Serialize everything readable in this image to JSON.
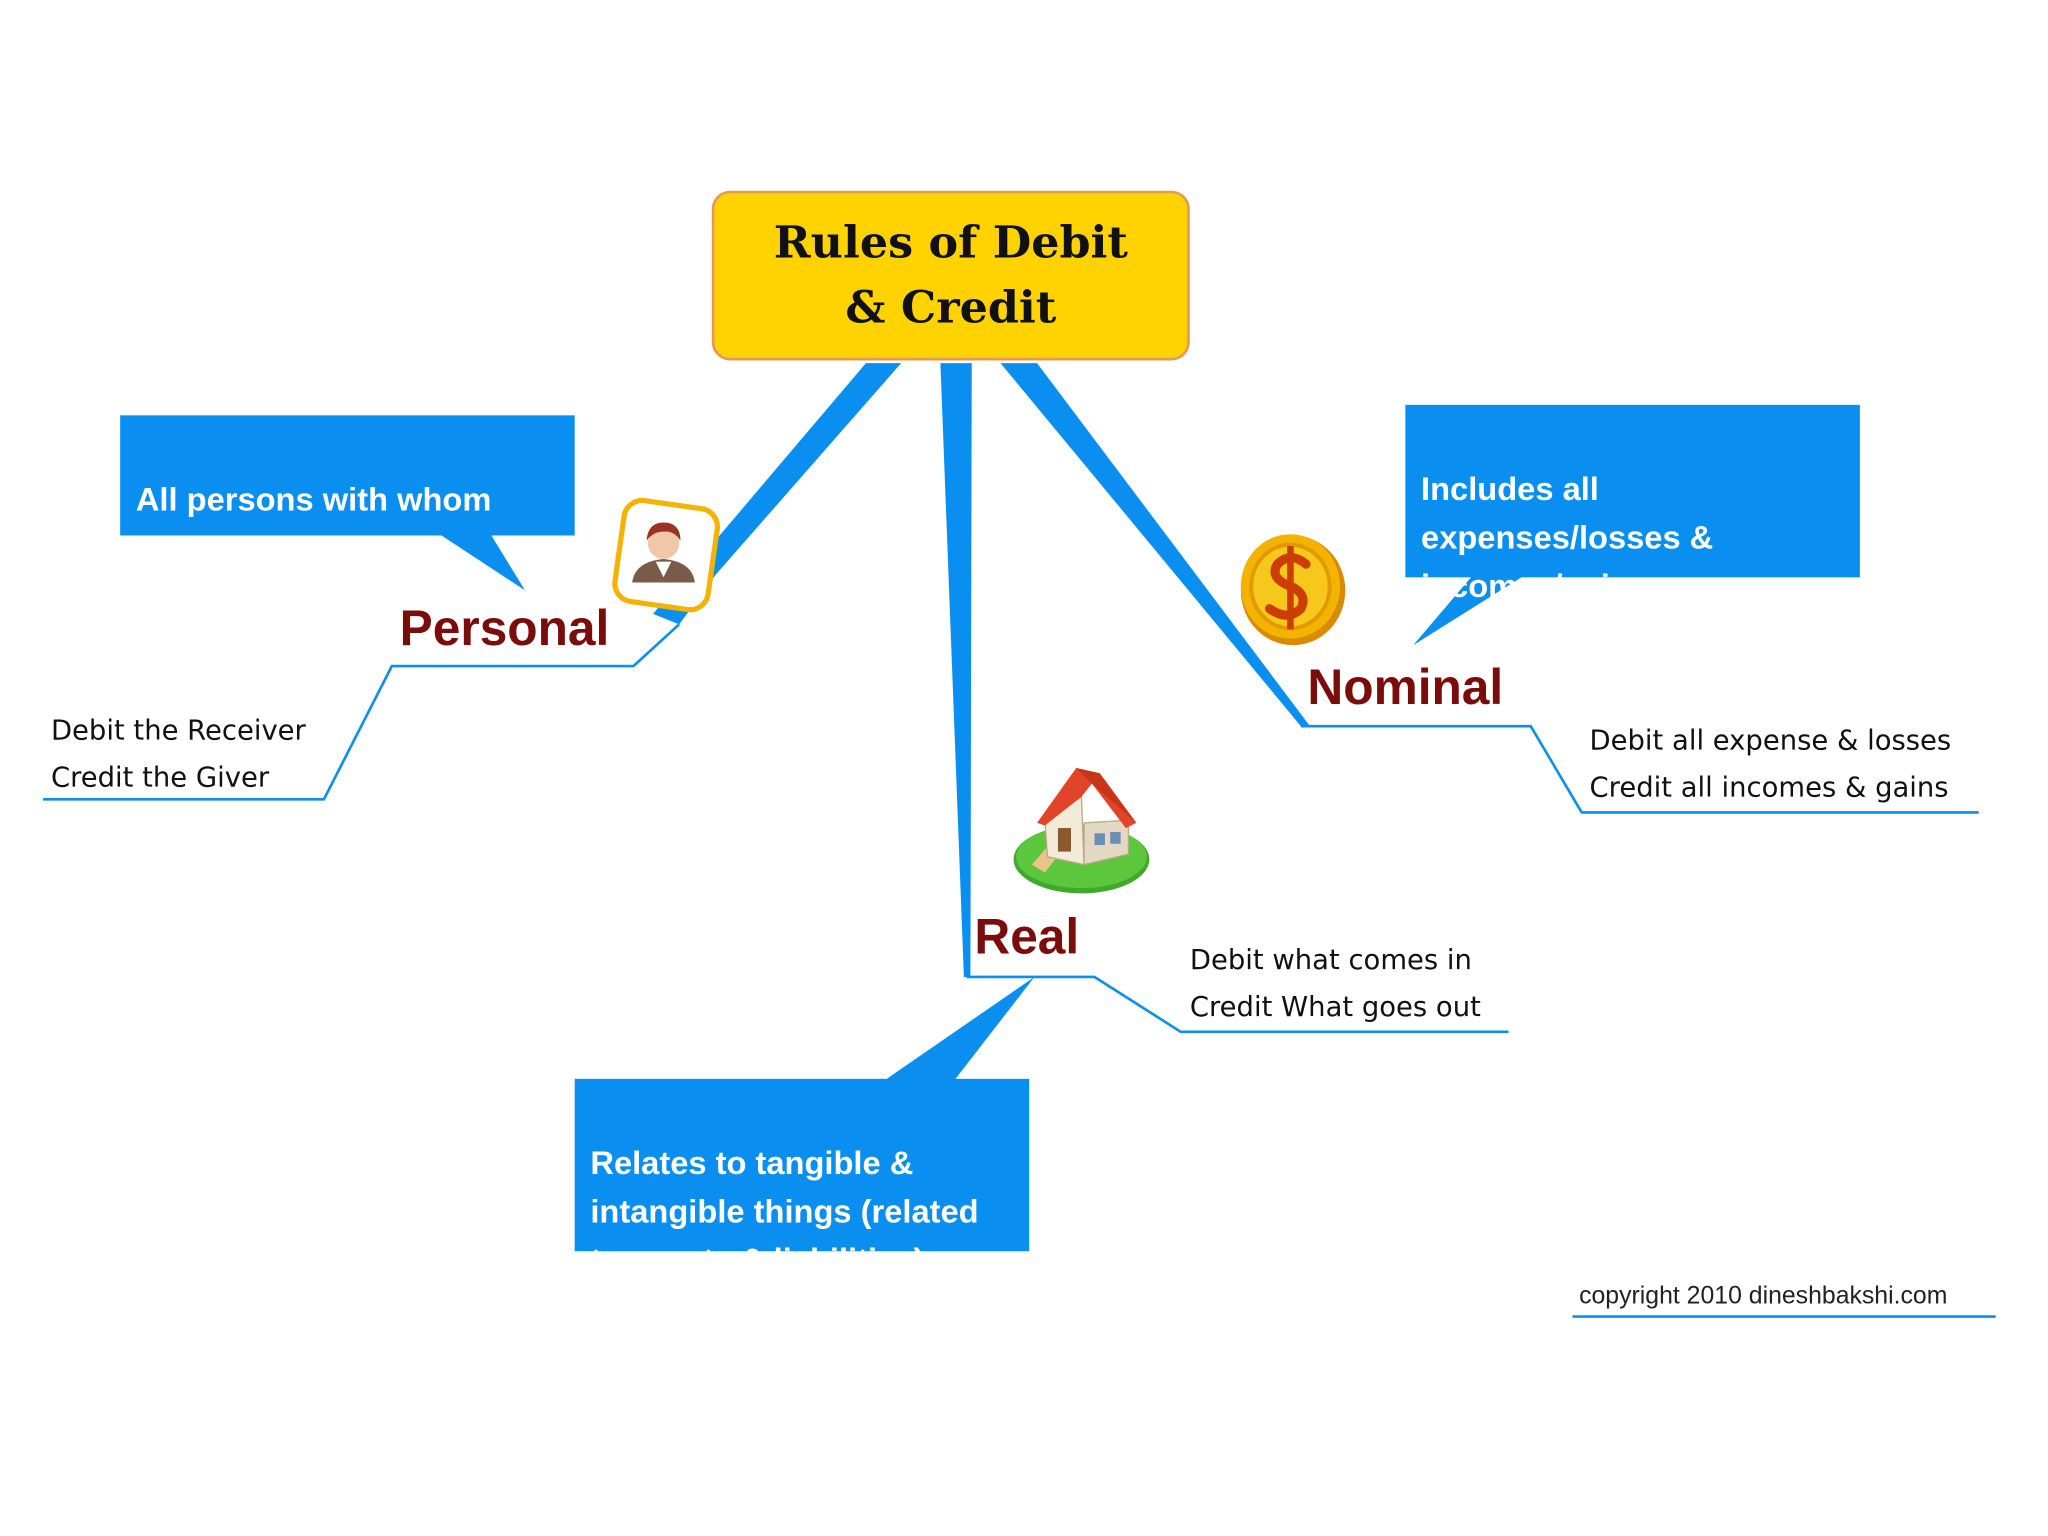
{
  "title": "Rules of Debit\n& Credit",
  "branches": {
    "personal": {
      "label": "Personal",
      "description": "All persons  with  whom\nthe  business  deals.",
      "rule": "Debit  the  Receiver\nCredit  the  Giver",
      "icon": "person-icon"
    },
    "real": {
      "label": "Real",
      "description": "Relates  to  tangible  &\nintangible  things  (related\nto  assets  &  liabilities)",
      "rule": "Debit  what  comes  in\nCredit  What  goes  out",
      "icon": "house-icon"
    },
    "nominal": {
      "label": "Nominal",
      "description": "Includes  all\nexpenses/losses    &\nincomes/gains",
      "rule": "Debit  all  expense   &  losses\nCredit  all  incomes  &  gains",
      "icon": "dollar-coin-icon"
    }
  },
  "copyright": "copyright  2010  dineshbakshi.com",
  "colors": {
    "central_fill": "#ffd200",
    "central_border": "#e39a52",
    "callout_fill": "#0a8ff0",
    "branch_label": "#7a0c0c",
    "connector": "#0a8ff0"
  }
}
